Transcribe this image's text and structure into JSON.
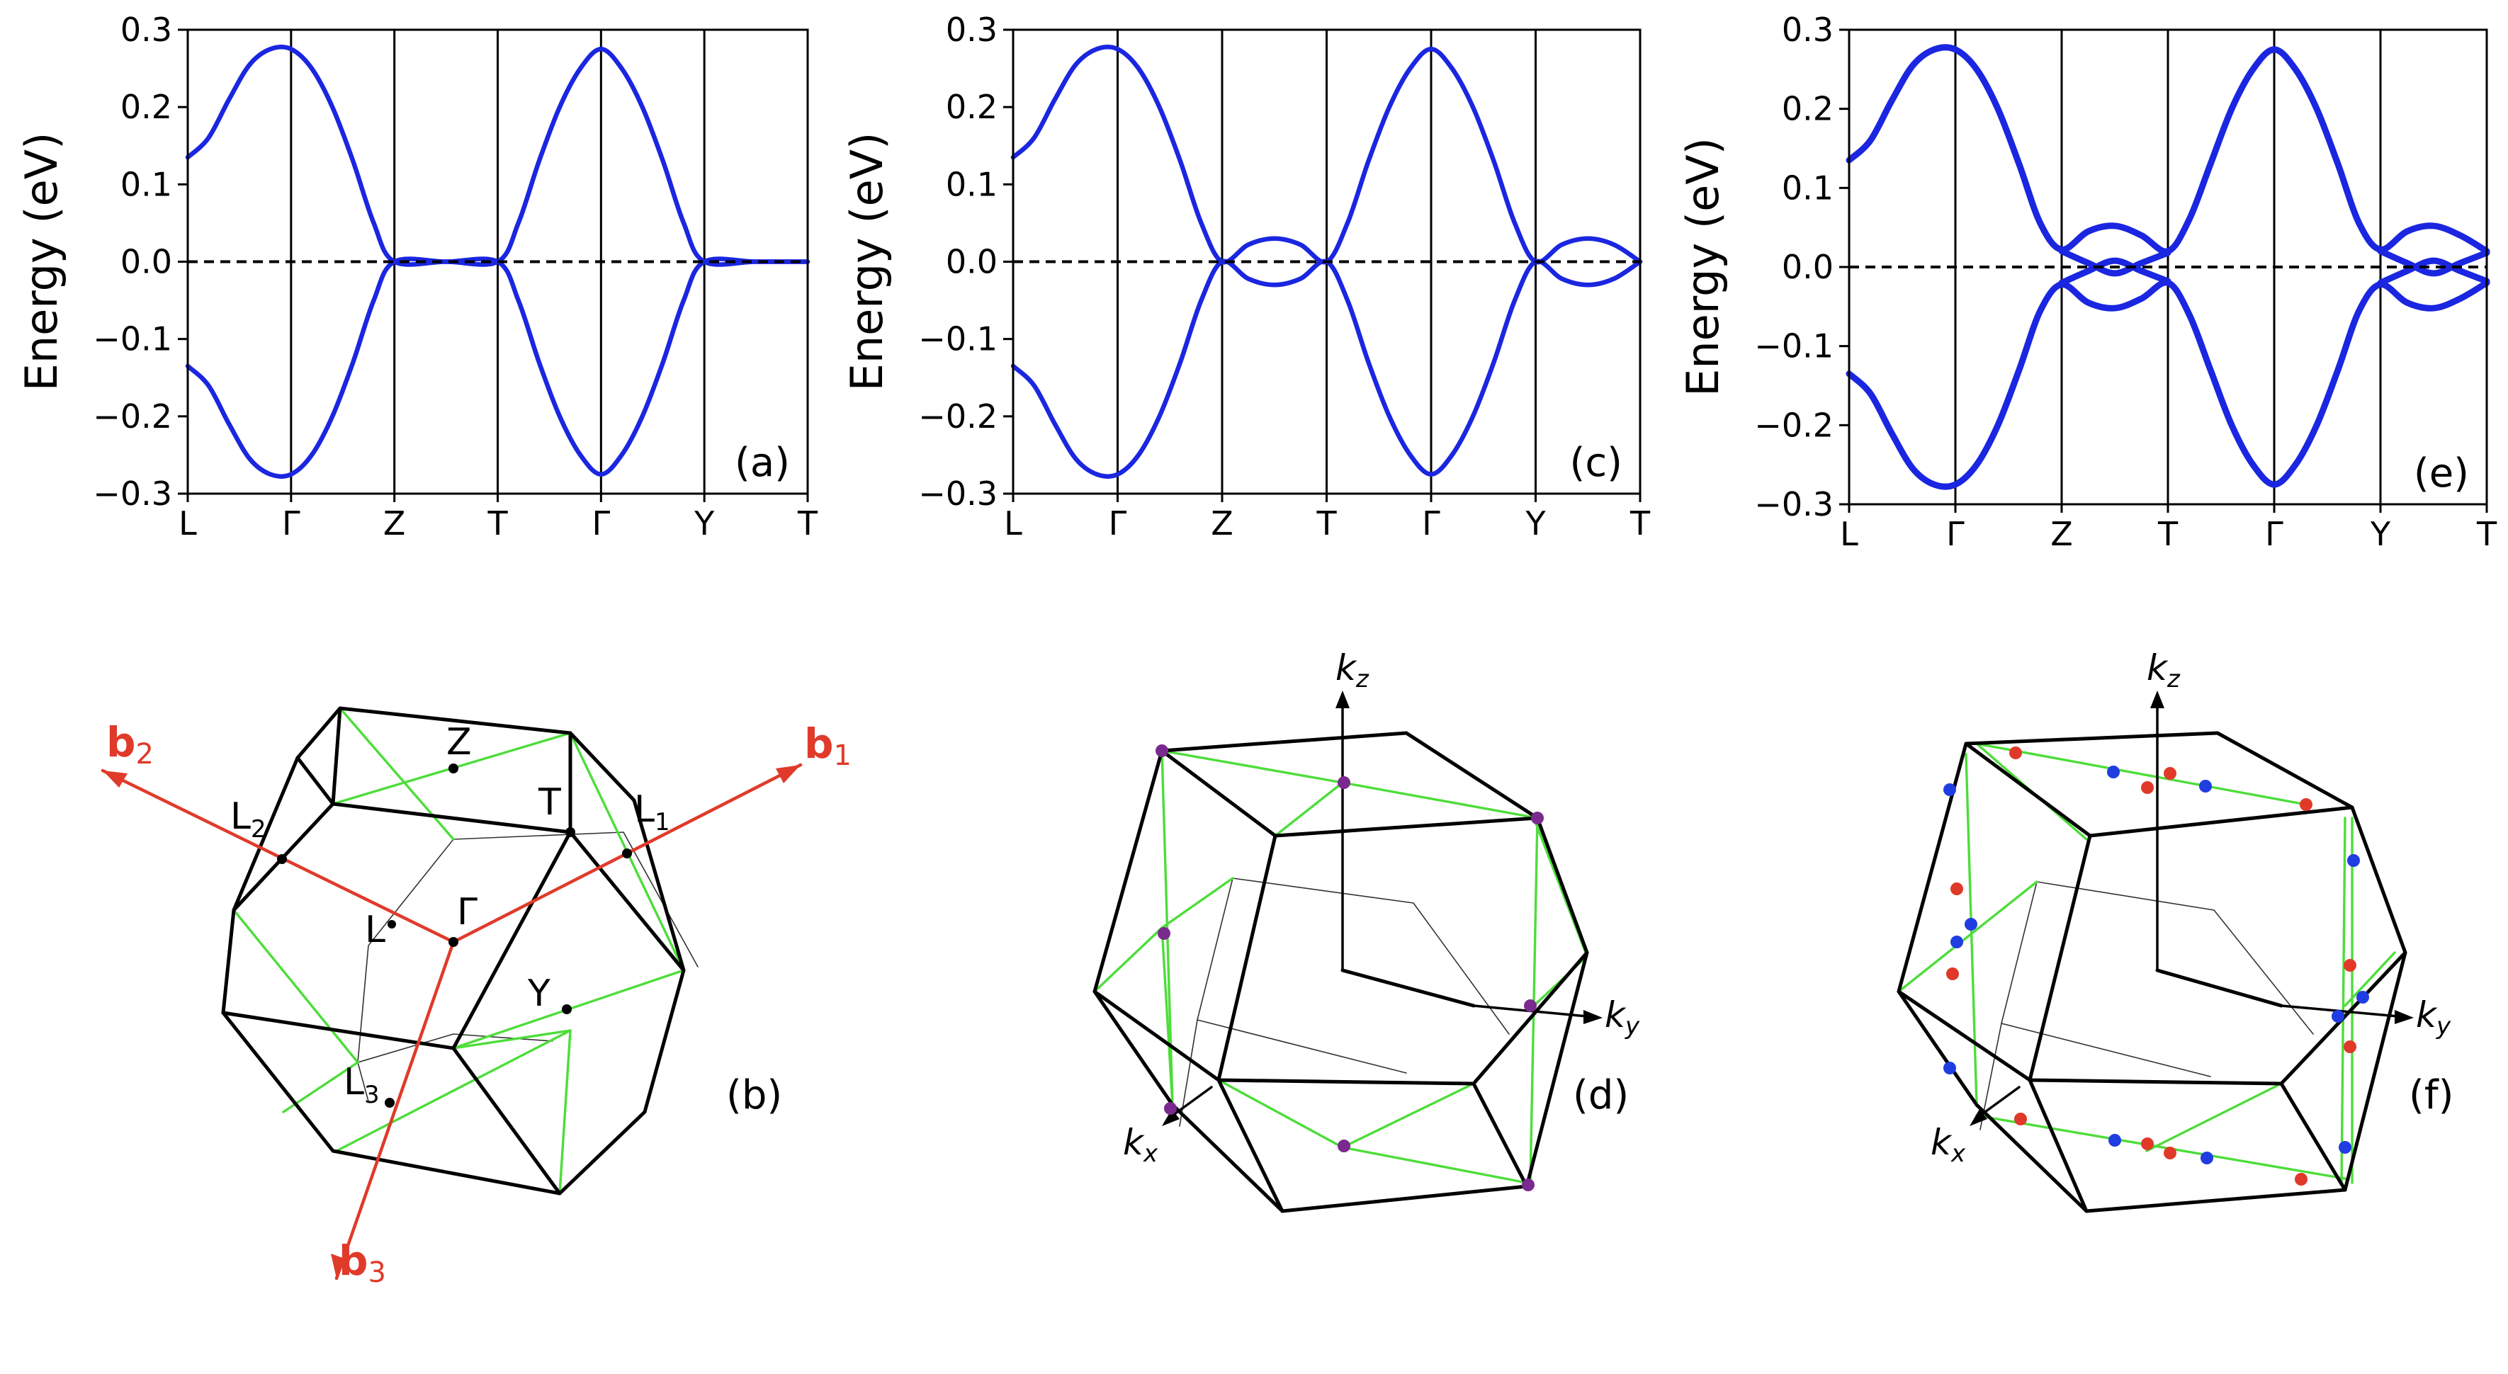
{
  "chart_data": [
    {
      "panel": "a",
      "type": "line",
      "label": "(a)",
      "ylabel": "Energy (eV)",
      "ylim": [
        -0.3,
        0.3
      ],
      "yticks": [
        "0.3",
        "0.2",
        "0.1",
        "0.0",
        "−0.1",
        "−0.2",
        "−0.3"
      ],
      "ytick_values": [
        0.3,
        0.2,
        0.1,
        0.0,
        -0.1,
        -0.2,
        -0.3
      ],
      "xticks": [
        "L",
        "Γ",
        "Z",
        "T",
        "Γ",
        "Y",
        "T"
      ],
      "fermi_level": 0.0,
      "series": [
        {
          "x": [
            0,
            0.2,
            0.4,
            0.6,
            0.8,
            1.0,
            1.2,
            1.4,
            1.6,
            1.8,
            2.0,
            2.5,
            3.0,
            3.2,
            3.4,
            3.6,
            3.8,
            4.0,
            4.2,
            4.4,
            4.6,
            4.8,
            5.0,
            5.5,
            6.0
          ],
          "values": [
            0.135,
            0.16,
            0.21,
            0.255,
            0.275,
            0.275,
            0.25,
            0.2,
            0.13,
            0.05,
            0.0,
            0.0,
            0.0,
            0.05,
            0.13,
            0.2,
            0.25,
            0.275,
            0.25,
            0.2,
            0.13,
            0.05,
            0.0,
            0.0,
            0.0
          ]
        },
        {
          "x": [
            0,
            0.2,
            0.4,
            0.6,
            0.8,
            1.0,
            1.2,
            1.4,
            1.6,
            1.8,
            2.0,
            2.5,
            3.0,
            3.2,
            3.4,
            3.6,
            3.8,
            4.0,
            4.2,
            4.4,
            4.6,
            4.8,
            5.0,
            5.5,
            6.0
          ],
          "values": [
            -0.135,
            -0.16,
            -0.21,
            -0.255,
            -0.275,
            -0.275,
            -0.25,
            -0.2,
            -0.13,
            -0.05,
            0.0,
            0.0,
            0.0,
            -0.05,
            -0.13,
            -0.2,
            -0.25,
            -0.275,
            -0.25,
            -0.2,
            -0.13,
            -0.05,
            0.0,
            0.0,
            0.0
          ]
        }
      ]
    },
    {
      "panel": "c",
      "type": "line",
      "label": "(c)",
      "ylabel": "Energy (eV)",
      "ylim": [
        -0.3,
        0.3
      ],
      "yticks": [
        "0.3",
        "0.2",
        "0.1",
        "0.0",
        "−0.1",
        "−0.2",
        "−0.3"
      ],
      "ytick_values": [
        0.3,
        0.2,
        0.1,
        0.0,
        -0.1,
        -0.2,
        -0.3
      ],
      "xticks": [
        "L",
        "Γ",
        "Z",
        "T",
        "Γ",
        "Y",
        "T"
      ],
      "fermi_level": 0.0,
      "series": [
        {
          "x": [
            0,
            0.2,
            0.4,
            0.6,
            0.8,
            1.0,
            1.2,
            1.4,
            1.6,
            1.8,
            2.0,
            2.25,
            2.5,
            2.75,
            3.0,
            3.2,
            3.4,
            3.6,
            3.8,
            4.0,
            4.2,
            4.4,
            4.6,
            4.8,
            5.0,
            5.25,
            5.5,
            5.75,
            6.0
          ],
          "values": [
            0.135,
            0.16,
            0.21,
            0.255,
            0.275,
            0.275,
            0.25,
            0.2,
            0.13,
            0.05,
            0.0,
            0.022,
            0.03,
            0.022,
            0.0,
            0.05,
            0.13,
            0.2,
            0.25,
            0.275,
            0.25,
            0.2,
            0.13,
            0.05,
            0.0,
            0.022,
            0.03,
            0.022,
            0.0
          ]
        },
        {
          "x": [
            0,
            0.2,
            0.4,
            0.6,
            0.8,
            1.0,
            1.2,
            1.4,
            1.6,
            1.8,
            2.0,
            2.25,
            2.5,
            2.75,
            3.0,
            3.2,
            3.4,
            3.6,
            3.8,
            4.0,
            4.2,
            4.4,
            4.6,
            4.8,
            5.0,
            5.25,
            5.5,
            5.75,
            6.0
          ],
          "values": [
            -0.135,
            -0.16,
            -0.21,
            -0.255,
            -0.275,
            -0.275,
            -0.25,
            -0.2,
            -0.13,
            -0.05,
            0.0,
            -0.022,
            -0.03,
            -0.022,
            0.0,
            -0.05,
            -0.13,
            -0.2,
            -0.25,
            -0.275,
            -0.25,
            -0.2,
            -0.13,
            -0.05,
            0.0,
            -0.022,
            -0.03,
            -0.022,
            0.0
          ]
        }
      ]
    },
    {
      "panel": "e",
      "type": "line",
      "label": "(e)",
      "ylabel": "Energy (eV)",
      "ylim": [
        -0.3,
        0.3
      ],
      "yticks": [
        "0.3",
        "0.2",
        "0.1",
        "0.0",
        "−0.1",
        "−0.2",
        "−0.3"
      ],
      "ytick_values": [
        0.3,
        0.2,
        0.1,
        0.0,
        -0.1,
        -0.2,
        -0.3
      ],
      "xticks": [
        "L",
        "Γ",
        "Z",
        "T",
        "Γ",
        "Y",
        "T"
      ],
      "fermi_level": 0.0,
      "series": [
        {
          "x": [
            0,
            0.2,
            0.4,
            0.6,
            0.8,
            1.0,
            1.2,
            1.4,
            1.6,
            1.8,
            2.0,
            2.25,
            2.5,
            2.75,
            3.0,
            3.2,
            3.4,
            3.6,
            3.8,
            4.0,
            4.2,
            4.4,
            4.6,
            4.8,
            5.0,
            5.25,
            5.5,
            5.75,
            6.0
          ],
          "values": [
            0.135,
            0.16,
            0.21,
            0.255,
            0.275,
            0.275,
            0.25,
            0.2,
            0.13,
            0.055,
            0.022,
            0.045,
            0.052,
            0.04,
            0.02,
            0.06,
            0.13,
            0.2,
            0.25,
            0.275,
            0.25,
            0.2,
            0.13,
            0.055,
            0.022,
            0.045,
            0.052,
            0.04,
            0.02
          ]
        },
        {
          "x": [
            0,
            1.0,
            2.0,
            2.25,
            2.5,
            2.75,
            3.0,
            4.0,
            5.0,
            5.25,
            5.5,
            5.75,
            6.0
          ],
          "values": [
            null,
            null,
            0.02,
            0.005,
            -0.008,
            0.005,
            0.018,
            null,
            0.02,
            0.005,
            -0.008,
            0.005,
            0.018
          ]
        },
        {
          "x": [
            0,
            1.0,
            2.0,
            2.25,
            2.5,
            2.75,
            3.0,
            4.0,
            5.0,
            5.25,
            5.5,
            5.75,
            6.0
          ],
          "values": [
            null,
            null,
            -0.02,
            -0.005,
            0.008,
            -0.005,
            -0.018,
            null,
            -0.02,
            -0.005,
            0.008,
            -0.005,
            -0.018
          ]
        },
        {
          "x": [
            0,
            0.2,
            0.4,
            0.6,
            0.8,
            1.0,
            1.2,
            1.4,
            1.6,
            1.8,
            2.0,
            2.25,
            2.5,
            2.75,
            3.0,
            3.2,
            3.4,
            3.6,
            3.8,
            4.0,
            4.2,
            4.4,
            4.6,
            4.8,
            5.0,
            5.25,
            5.5,
            5.75,
            6.0
          ],
          "values": [
            -0.135,
            -0.16,
            -0.21,
            -0.255,
            -0.275,
            -0.275,
            -0.25,
            -0.2,
            -0.13,
            -0.055,
            -0.022,
            -0.045,
            -0.052,
            -0.04,
            -0.02,
            -0.06,
            -0.13,
            -0.2,
            -0.25,
            -0.275,
            -0.25,
            -0.2,
            -0.13,
            -0.055,
            -0.022,
            -0.045,
            -0.052,
            -0.04,
            -0.02
          ]
        }
      ]
    }
  ],
  "diagrams": {
    "b": {
      "label": "(b)",
      "points": [
        "Z",
        "T",
        "L",
        "Γ",
        "Y",
        "L",
        "L"
      ],
      "point_subscripts": [
        "",
        "",
        "1",
        "",
        "",
        "2",
        "3"
      ],
      "l_label": "L",
      "vectors": [
        "b",
        "b",
        "b"
      ],
      "vector_subscripts": [
        "1",
        "2",
        "3"
      ]
    },
    "d": {
      "label": "(d)",
      "axes": [
        "k",
        "k",
        "k"
      ],
      "axis_subscripts": [
        "z",
        "y",
        "x"
      ]
    },
    "f": {
      "label": "(f)",
      "axes": [
        "k",
        "k",
        "k"
      ],
      "axis_subscripts": [
        "z",
        "y",
        "x"
      ]
    }
  },
  "colors": {
    "band": "#1a26e0",
    "green": "#4ddd3a",
    "red_vector": "#e03a2a",
    "node_purple": "#7a2a8e",
    "node_red": "#e0392a",
    "node_blue": "#1f3de0"
  }
}
